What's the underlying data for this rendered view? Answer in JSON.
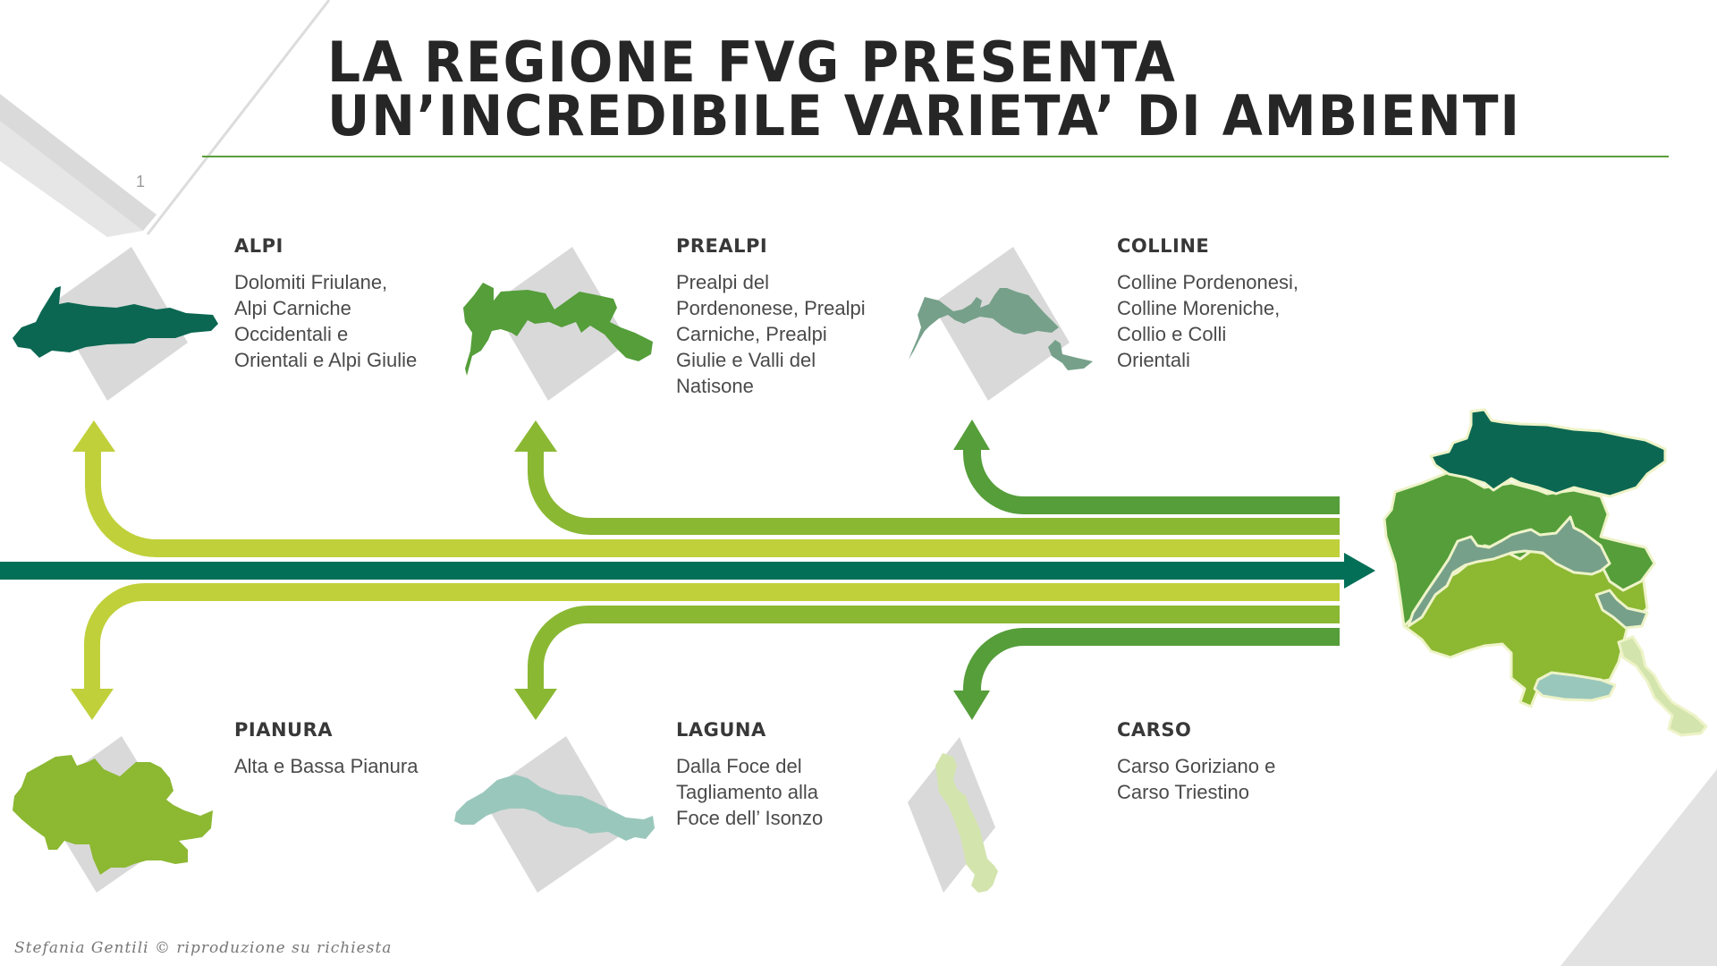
{
  "page": {
    "title_lines": [
      "LA REGIONE FVG PRESENTA",
      "UN’INCREDIBILE VARIETA’ DI AMBIENTI"
    ],
    "page_number": "1",
    "credit": "Stefania Gentili © riproduzione su richiesta"
  },
  "colors": {
    "title_rule": "#5a9e3a",
    "main_arrow": "#046f57",
    "alpi": "#0b6752",
    "prealpi": "#559e3a",
    "colline": "#76a08a",
    "pianura": "#8cb832",
    "laguna": "#9ac7bc",
    "carso": "#d3e4ad",
    "arrow_light": "#c0d03a",
    "arrow_mid": "#8ab833",
    "arrow_dark": "#559e3a"
  },
  "regions": [
    {
      "id": "alpi",
      "title": "ALPI",
      "lines": [
        "Dolomiti Friulane,",
        "Alpi Carniche",
        "Occidentali e",
        "Orientali e Alpi Giulie"
      ]
    },
    {
      "id": "prealpi",
      "title": "PREALPI",
      "lines": [
        "Prealpi del",
        "Pordenonese, Prealpi",
        "Carniche, Prealpi",
        "Giulie e Valli del",
        "Natisone"
      ]
    },
    {
      "id": "colline",
      "title": "COLLINE",
      "lines": [
        "Colline Pordenonesi,",
        "Colline Moreniche,",
        "Collio e Colli",
        "Orientali"
      ]
    },
    {
      "id": "pianura",
      "title": "PIANURA",
      "lines": [
        "Alta e Bassa Pianura"
      ]
    },
    {
      "id": "laguna",
      "title": "LAGUNA",
      "lines": [
        "Dalla Foce del",
        "Tagliamento alla",
        "Foce dell’ Isonzo"
      ]
    },
    {
      "id": "carso",
      "title": "CARSO",
      "lines": [
        "Carso Goriziano e",
        "Carso Triestino"
      ]
    }
  ],
  "flow": {
    "source": "Friuli Venezia Giulia region map",
    "branches_up": [
      "alpi",
      "prealpi",
      "colline"
    ],
    "branches_down": [
      "pianura",
      "laguna",
      "carso"
    ]
  }
}
